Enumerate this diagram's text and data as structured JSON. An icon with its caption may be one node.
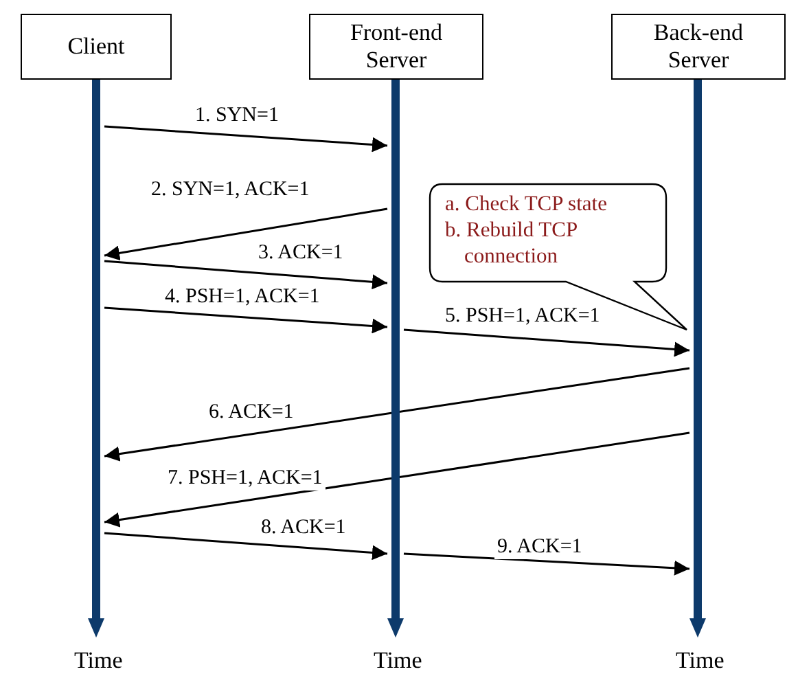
{
  "diagram": {
    "nodes": [
      {
        "text": [
          "Client"
        ]
      },
      {
        "text": [
          "Front-end Server"
        ]
      },
      {
        "text": [
          "Back-end Server"
        ]
      },
      {
        "text": [],
        "shape": "bar",
        "beside": [
          "Time"
        ]
      },
      {
        "text": [],
        "shape": "bar",
        "beside": [
          "Time"
        ]
      },
      {
        "text": [],
        "shape": "bar",
        "beside": [
          "Time"
        ]
      },
      {
        "text": [
          "a. Check TCP state",
          "b. Rebuild TCP connection"
        ]
      }
    ],
    "edges": [
      {
        "from": 3,
        "to": 4,
        "arrow": "to",
        "label": "1. SYN=1"
      },
      {
        "from": 4,
        "to": 3,
        "arrow": "to",
        "label": "2. SYN=1, ACK=1"
      },
      {
        "from": 3,
        "to": 4,
        "arrow": "to",
        "label": "3. ACK=1"
      },
      {
        "from": 3,
        "to": 4,
        "arrow": "to",
        "label": "4. PSH=1, ACK=1"
      },
      {
        "from": 4,
        "to": 5,
        "arrow": "to",
        "label": "5. PSH=1, ACK=1"
      },
      {
        "from": 5,
        "to": 3,
        "arrow": "to",
        "label": "6. ACK=1"
      },
      {
        "from": 5,
        "to": 3,
        "arrow": "to",
        "label": "7. PSH=1, ACK=1"
      },
      {
        "from": 3,
        "to": 4,
        "arrow": "to",
        "label": "8. ACK=1"
      },
      {
        "from": 4,
        "to": 5,
        "arrow": "to",
        "label": "9. ACK=1"
      }
    ]
  }
}
